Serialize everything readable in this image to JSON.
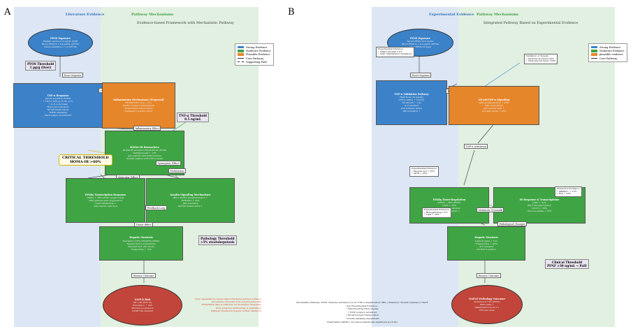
{
  "colors": {
    "strong": "#3b82c9",
    "moderate": "#3fa544",
    "plausible": "#e6862a",
    "disease": "#c1453a",
    "band_left": "#dce6f4",
    "band_right": "#e1f0e1",
    "col_head_left": "#2f6fb5",
    "col_head_right": "#3a9a3e"
  },
  "panel_a": {
    "letter": "A",
    "col_left": "Literature Evidence",
    "col_right": "Pathway Mechanisms",
    "subtitle": "Evidence-based Framework with Mechanistic Pathway",
    "exposure": {
      "head": "PFOS Exposure",
      "lines": [
        "Median serum 21.8 ng/mL (IQR)",
        "Blood PFOS 0.1–5.4 μg/mL (PFOS)",
        "Tissue retention > 1 yr (PFOS)"
      ]
    },
    "threshold_exposure": [
      "PFOS Threshold",
      "1 μg/g (liver)"
    ],
    "dose_label": "Dose-response",
    "tnf_box": {
      "head": "TNF-α Response",
      "lines": [
        "Serum elevation (PFOS)",
        "↑ TNF-α 29% (p<0.05, n=?)",
        "↑ IL-6 co-increase",
        "Monocyte activation",
        "NF-κB translocation",
        "TNFR1 signaling",
        "Macrophage recruitment"
      ]
    },
    "systemic_label": "Systemic Inflammation",
    "orange": {
      "head": "Inflammatory Mechanisms (Proposed)",
      "lines": [
        "NF-κB/TNF-α loop → IL-1",
        "Insulin receptor inflammation",
        "Downstream transcription",
        "Sustained cytokine output"
      ]
    },
    "threshold_tnf": [
      "TNF-α Threshold",
      "8.5 ng/mL"
    ],
    "inflam_label": "Inflammatory Effect",
    "homa": {
      "head": "HOMA-IR Biomarkers",
      "lines": [
        "HOMA-IR elevation (NHANES 4k, PFOS)",
        "Fasting insulin ↑ 12%",
        "Associations with PFAS mixture",
        "Graded relation with TNF-α levels"
      ]
    },
    "critical": [
      "CRITICAL THRESHOLD",
      "HOMA-IR >60%"
    ],
    "synergy_label": "Synergistic Effect",
    "mod_label": "Modulation",
    "molecular_label": "Molecular Effect",
    "pparg": {
      "head": "PPARγ Transcription Response",
      "lines": [
        "PPARγ ↓ 30% (PFOS, hepatocytes)",
        "Adipogenesis gene suppression",
        "Lipid metabolism ↓",
        "Adiponectin reduction"
      ]
    },
    "insulin": {
      "head": "Insulin Signaling Mechanisms",
      "lines": [
        "IRS-1 Ser307 phosphorylation ↑",
        "PI3K/AKT ↓ 32%",
        "JNK activation",
        "GLUT4 translocation ↓"
      ]
    },
    "feedback_label": "Feedback Loop",
    "tissue_label": "Tissue Effect",
    "steato": {
      "head": "Hepatic Steatosis",
      "lines": [
        "Prevalence 29% (NHANES, PFOS)",
        "Hepatic lipid accumulation",
        "Elevated ALT, AST levels",
        "Triglyceride ↑ 13%"
      ]
    },
    "threshold_path": [
      "Pathology Threshold",
      ">5% steatohepatosis"
    ],
    "disease_label": "Disease Outcome",
    "nafld": {
      "head": "NAFLD Risk",
      "lines": [
        "OR 1.38 (95% CI)",
        "Prevalence ↑ 14%",
        "Fibrosis progression",
        "NASH risk elevated"
      ]
    },
    "legend": [
      {
        "kind": "swatch",
        "color": "#3b82c9",
        "label": "Strong Evidence"
      },
      {
        "kind": "swatch",
        "color": "#3fa544",
        "label": "Moderate Evidence"
      },
      {
        "kind": "swatch",
        "color": "#e6862a",
        "label": "Plausible Evidence"
      },
      {
        "kind": "line",
        "label": "Core Pathway"
      },
      {
        "kind": "dash",
        "label": "Supporting Path"
      }
    ],
    "note": [
      "Note: Quantitative values reflect literature-derived evidence",
      "Uncertainty intervals from experimental data",
      "PFOS/PFAS data is sufficient for biomarker thresholds",
      "Dose-response relationship is established",
      "Pathway thresholds require further validation"
    ]
  },
  "panel_b": {
    "letter": "B",
    "col_left": "Experimental Evidence",
    "col_right": "Pathway Mechanisms",
    "subtitle": "Integrated Pathway Based on Experimental Evidence",
    "exposure": {
      "head": "PFOS Exposure",
      "lines": [
        "Serum PFOS 22.6 ng/mL",
        "Blood PFOS 0.1–5.4 μg/mL (PFOS)",
        "Liver PFOS 4.8 μg/g"
      ]
    },
    "ev_exposure": [
      "Experimental Evidence:",
      "• mRNA elevated 31%",
      "• ChIP: inflammatory mediators"
    ],
    "ev_outcome": [
      "Validation of Targets:",
      "• Steatosis incidence 90%",
      "• Steatosis/cell injury 100%"
    ],
    "dose_label": "Dose-response",
    "tnf_box": {
      "head": "TNF-α Validation Pathway",
      "lines": [
        "High Dose (10 mg/kg)",
        "TNF-α mRNA ↑ 3.2-fold",
        "NF-κB p65 ↑ 1.9x",
        "IL-6 elevated",
        "JNK pathway active",
        "IKK activation ↑"
      ]
    },
    "nf_label": "NF-κB Signaling",
    "orange": {
      "head": "NF-κB/TNF-α Signaling",
      "lines": [
        "IKK phosphorylation ↑ 56%",
        "IκBα degradation",
        "p65 nuclear shift ↑",
        "Cytokine genes ↑ 38%"
      ]
    },
    "tnf_act_label": "TNF-α Activation",
    "ppar_box": {
      "head": "PPARγ Down-Regulation",
      "lines": [
        "mRNA ↓ 38% (PFOS)",
        "CD36 ↓ 22%",
        "Lipid uptake altered",
        "Adipogenic genes ↓"
      ]
    },
    "ev_ppar": [
      "Experimental Evidence:",
      "• Western blot ↓ 35%",
      "• qPCR ↓ 38%"
    ],
    "ins_box": {
      "head": "IR Response & Transcriptome",
      "lines": [
        "pAKT ↓ 41%",
        "IRS-1 phosphorylation",
        "GLUT4 ↓ 29%",
        "Glucose uptake ↓ 33%"
      ]
    },
    "ev_ins": [
      "Interaction Evidence:",
      "• SREBP1c ↑ 27%",
      "• FAS ↑ 22%"
    ],
    "ev_lower": [
      "Experimental Evidence:",
      "• Histopathology 71%",
      "• Lipid ↑ 25%"
    ],
    "metab_label": "Metabolic Crosstalk",
    "patho_label": "Pathological Changes",
    "steato": {
      "head": "Hepatic Steatosis",
      "lines": [
        "Lipid droplets ↑ 3.1x",
        "Triglycerides ↑ 45%",
        "ALT elevated",
        "Oil Red O positive"
      ]
    },
    "threshold_clin": [
      "Clinical Threshold",
      "PFNF >30 ng/mL → PalE"
    ],
    "disease_label": "Disease Outcome",
    "nafld": {
      "head": "NAFLD Pathology Outcome",
      "lines": [
        "Incidence 87.5% (PFOS)",
        "Ballooning ↑",
        "Inflammation score 2.1",
        "Fibrosis onset"
      ]
    },
    "legend": [
      {
        "kind": "swatch",
        "color": "#3b82c9",
        "label": "Strong Evidence"
      },
      {
        "kind": "swatch",
        "color": "#3fa544",
        "label": "Moderate Evidence"
      },
      {
        "kind": "swatch",
        "color": "#e6862a",
        "label": "plausible evidence"
      },
      {
        "kind": "line",
        "label": "Core Pathway"
      }
    ],
    "mech": [
      "Mechanistic Pathway: PFOS→Immune activation (IL-6)→TNF-α amplification→IRS-1 inhibition→Insulin resistance→PAFE",
      "Key Experimental Evidence:",
      "• Mitochondrial DNA release",
      "• TLR4 receptor activation",
      "• NF-κB nuclear translocation",
      "• Insulin signaling impairment",
      "Quantitative Validity: All values statistically significant (p<0.05)"
    ]
  }
}
